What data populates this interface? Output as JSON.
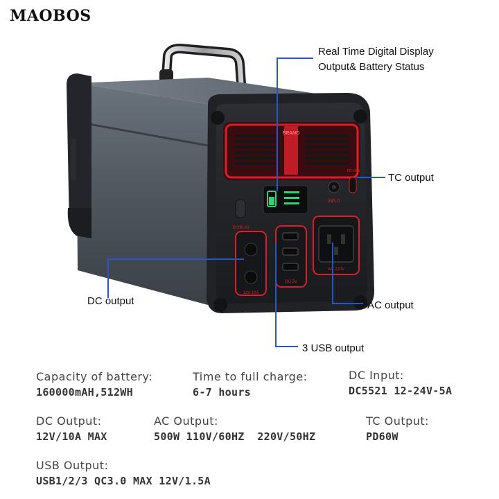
{
  "brand": "MAOBOS",
  "device": {
    "face_brand": "BRAND",
    "display_label": "DISPLAY",
    "input_label": "INPUT",
    "pd_label": "PD 60W",
    "dc_label": "12V 10A",
    "usb_label": "DC 5V",
    "ac_label": "AC 220V"
  },
  "callouts": {
    "display_line1": "Real Time Digital Display",
    "display_line2": "Output& Battery Status",
    "tc": "TC output",
    "dc": "DC output",
    "ac": "AC output",
    "usb": "3 USB output"
  },
  "specs": {
    "capacity": {
      "label": "Capacity of battery:",
      "value": "160000mAH,512WH"
    },
    "charge_time": {
      "label": "Time to full charge:",
      "value": "6-7 hours"
    },
    "dc_input": {
      "label": "DC Input:",
      "value": "DC5521 12-24V-5A"
    },
    "dc_output": {
      "label": "DC Output:",
      "value": "12V/10A MAX"
    },
    "ac_output": {
      "label": "AC Output:",
      "value": "500W 110V/60HZ  220V/50HZ"
    },
    "tc_output": {
      "label": "TC Output:",
      "value": "PD60W"
    },
    "usb_output": {
      "label": "USB Output:",
      "value": "USB1/2/3 QC3.0 MAX 12V/1.5A"
    }
  },
  "colors": {
    "accent_red": "#d8202a",
    "callout_line": "#2457c9",
    "body_dark": "#2b2d31",
    "body_grey": "#5d636b"
  }
}
